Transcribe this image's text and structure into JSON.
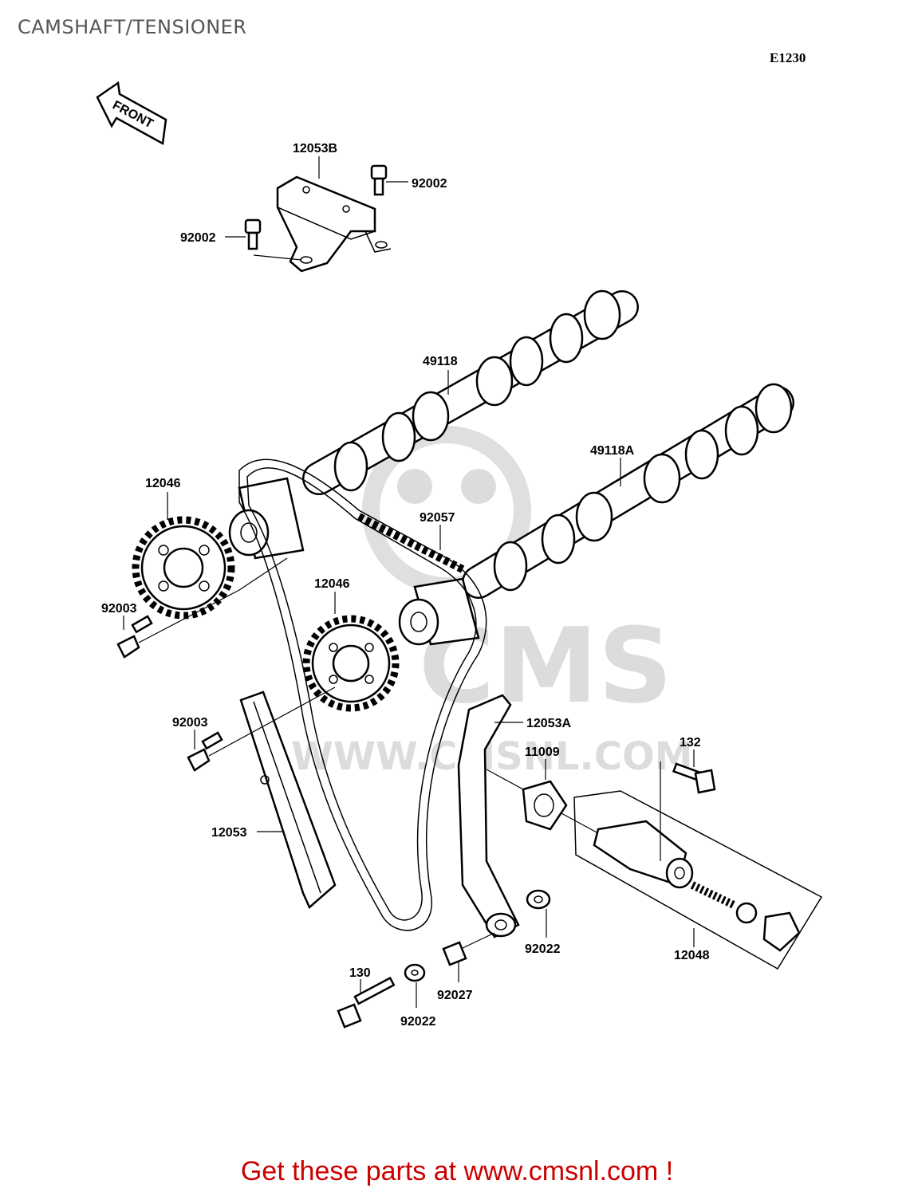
{
  "header": {
    "title": "CAMSHAFT/TENSIONER",
    "diagram_code": "E1230",
    "front_arrow": "FRONT"
  },
  "watermark": {
    "brand": "CMS",
    "url": "WWW.CMSNL.COM"
  },
  "parts": [
    {
      "id": "12053B",
      "name": "bracket"
    },
    {
      "id": "92002",
      "name": "bolt-upper"
    },
    {
      "id": "92002",
      "name": "bolt-left"
    },
    {
      "id": "49118",
      "name": "camshaft-exhaust"
    },
    {
      "id": "49118A",
      "name": "camshaft-intake"
    },
    {
      "id": "12046",
      "name": "sprocket-left"
    },
    {
      "id": "12046",
      "name": "sprocket-center"
    },
    {
      "id": "92057",
      "name": "cam-chain"
    },
    {
      "id": "92003",
      "name": "bolt-left"
    },
    {
      "id": "92003",
      "name": "bolt-center"
    },
    {
      "id": "12053A",
      "name": "chain-guide-rear"
    },
    {
      "id": "11009",
      "name": "gasket"
    },
    {
      "id": "132",
      "name": "bolt-tensioner"
    },
    {
      "id": "12053",
      "name": "chain-guide-front"
    },
    {
      "id": "12048",
      "name": "tensioner-assy"
    },
    {
      "id": "92022",
      "name": "washer-right"
    },
    {
      "id": "92027",
      "name": "collar"
    },
    {
      "id": "130",
      "name": "bolt-guide"
    },
    {
      "id": "92022",
      "name": "washer-lower"
    }
  ],
  "footer": {
    "text": "Get these parts at www.cmsnl.com !"
  }
}
